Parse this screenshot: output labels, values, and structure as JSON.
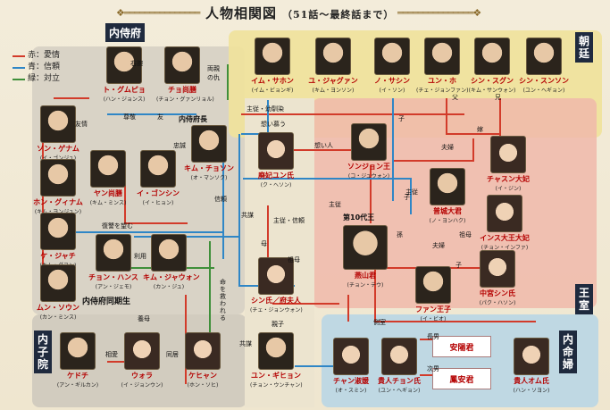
{
  "title": "人物相関図",
  "subtitle": "（51話～最終話まで）",
  "legend": [
    {
      "label": "赤：愛情",
      "color": "#d23b2a"
    },
    {
      "label": "青：信頼",
      "color": "#2f86c6"
    },
    {
      "label": "緑：対立",
      "color": "#3f8f3a"
    }
  ],
  "groups": {
    "naijifu": "内侍府",
    "chotei": "朝廷",
    "oushitsu": "王室",
    "naishiin": "内子院",
    "naimeifu": "内命婦",
    "naijifu_doki": "内侍府同期生"
  },
  "people": {
    "p_dogumbo": {
      "name": "ト・グムピョ",
      "sub": "(ハン・ジョンス)"
    },
    "p_chojungeki": {
      "name": "チョ尚膳",
      "sub": "(チョン・グァンリョル)"
    },
    "p_sonjegam": {
      "name": "ソン・ゲナム",
      "sub": "(イ・ゴンジュ)"
    },
    "p_hongunamu": {
      "name": "ホン・グィナム",
      "sub": "(キム・ヨンジュン)"
    },
    "p_kejachi": {
      "name": "ケ・ジャチ",
      "sub": "(キム・ダヨン)"
    },
    "p_munsoun": {
      "name": "ムン・ソウン",
      "sub": "(カン・ミンス)"
    },
    "p_yangshozen": {
      "name": "ヤン尚膳",
      "sub": "(キム・ミンス)"
    },
    "p_igonshin": {
      "name": "イ・ゴンシン",
      "sub": "(イ・ヒョン)"
    },
    "p_kimchoson": {
      "name": "キム・チョソン",
      "sub": "(オ・マンソク)"
    },
    "p_chonhansu": {
      "name": "チョン・ハンス",
      "sub": "(アン・ジェモ)"
    },
    "p_kimjaewon": {
      "name": "キム・ジャウォン",
      "sub": "(カン・ジュ)"
    },
    "p_kedochi": {
      "name": "ケドチ",
      "sub": "(アン・ギルカン)"
    },
    "p_wola": {
      "name": "ウォラ",
      "sub": "(イ・ジョンウン)"
    },
    "p_kehyan": {
      "name": "ケヒャン",
      "sub": "(ホン・ソヒ)"
    },
    "p_imsahon": {
      "name": "イム・サホン",
      "sub": "(イム・ビョンギ)"
    },
    "p_yujagwan": {
      "name": "ユ・ジャグァン",
      "sub": "(キム・ヨンソン)"
    },
    "p_nosashin": {
      "name": "ノ・サシン",
      "sub": "(イ・ソン)"
    },
    "p_yunho": {
      "name": "ユン・ホ",
      "sub": "(チェ・ジョンファン)"
    },
    "p_shinsugun": {
      "name": "シン・スグン",
      "sub": "(キム・サンウォン)"
    },
    "p_shinsuyon": {
      "name": "シン・スンソン",
      "sub": "(ユン・ヘギョン)"
    },
    "p_haihiyun": {
      "name": "廃妃ユン氏",
      "sub": "(ク・ヘソン)"
    },
    "p_sonjong": {
      "name": "ソンジョン王",
      "sub": "(コ・ジュウォン)"
    },
    "p_chasan": {
      "name": "チャスン大妃",
      "sub": "(イ・ジン)"
    },
    "p_shinsu": {
      "name": "普城大君",
      "sub": "(ノ・ヨンハク)"
    },
    "p_insu": {
      "name": "インス大王大妃",
      "sub": "(チョン・インファ)"
    },
    "p_yonsan": {
      "name": "燕山君",
      "sub": "(チョン・テウ)"
    },
    "p_shinfu": {
      "name": "シン氏／府夫人",
      "sub": "(チェ・ジョンウォン)"
    },
    "p_fanwon": {
      "name": "ファン王子",
      "sub": "(イ・ビオ)"
    },
    "p_chuguk": {
      "name": "中宮シン氏",
      "sub": "(パク・ハソン)"
    },
    "p_yungison": {
      "name": "ユン・ギヒョン",
      "sub": "(チョン・ウンチャン)"
    },
    "p_changnok": {
      "name": "チャン淑媛",
      "sub": "(オ・スミン)"
    },
    "p_eunchon": {
      "name": "貴人チョン氏",
      "sub": "(ユン・ヘギョン)"
    },
    "p_eomsyu": {
      "name": "貴人オム氏",
      "sub": "(ハン・ソヨン)"
    }
  },
  "boxes": {
    "anyangkun": "安陽君",
    "bonankun": "鳳安君",
    "dai10": "第10代王"
  },
  "relations": {
    "r1": "右腕",
    "r2": "尊敬",
    "r3": "友",
    "r4": "両親の仇",
    "r5": "内侍府長",
    "r6": "友情",
    "r7": "忠誠",
    "r8": "信頼",
    "r9": "復讐を望む",
    "r10": "利用",
    "r11": "主従・幼馴染",
    "r12": "想い慕う",
    "r13": "想い人",
    "r14": "子",
    "r15": "父",
    "r16": "兄",
    "r17": "嫁",
    "r18": "夫婦",
    "r19": "主従",
    "r20": "共謀",
    "r21": "母",
    "r22": "主従・信頼",
    "r23": "孫",
    "r24": "祖母",
    "r25": "夫婦",
    "r26": "祖母",
    "r27": "親子",
    "r28": "命を救われる",
    "r29": "養母",
    "r30": "相愛",
    "r31": "同居",
    "r32": "共謀",
    "r33": "側室",
    "r34": "長男",
    "r35": "次男",
    "r36": "子",
    "r37": "子",
    "r38": "主従"
  }
}
